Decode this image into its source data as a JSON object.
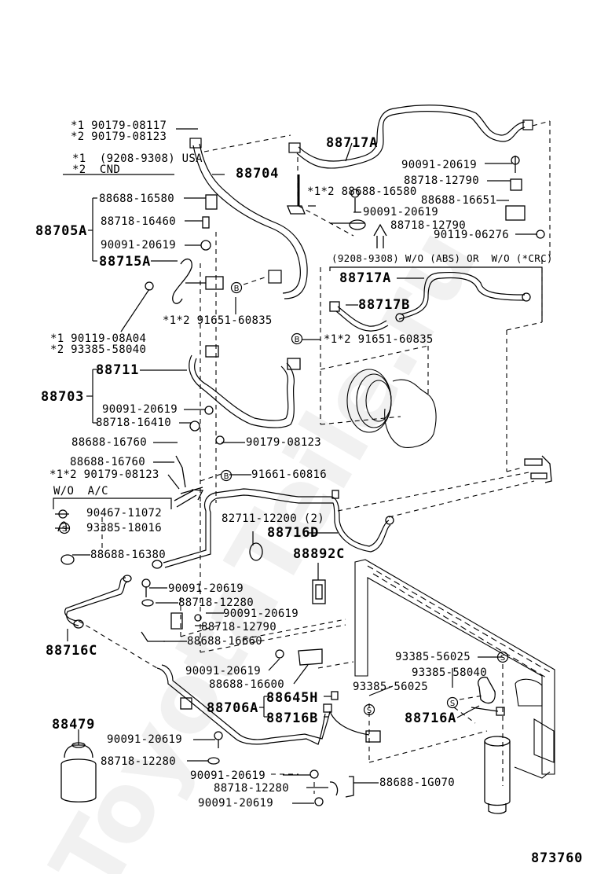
{
  "diagram": {
    "type": "parts-catalog-exploded-view",
    "subject": "Air conditioner refrigerant piping",
    "reference_number": "873760",
    "watermark": "ToyotaTeile.ru",
    "legend": {
      "note1": "*1  (9208-9308) USA",
      "note2": "*2  CND",
      "variant_note": "(9208-9308) W/O (ABS) OR  W/O (*CRC)",
      "wo_ac_note": "W/O  A/C"
    },
    "labels": {
      "l_90179_08117": "*1 90179-08117",
      "l_90179_08123_a": "*2 90179-08123",
      "l_88704": "88704",
      "l_88717A_top": "88717A",
      "l_90091_20619_r1": "90091-20619",
      "l_88718_12790_r1": "88718-12790",
      "l_88688_16651": "88688-16651",
      "l_90119_06276": "90119-06276",
      "l_88688_16580_b": "*1*2 88688-16580",
      "l_90091_20619_c": "90091-20619",
      "l_88718_12790_c": "88718-12790",
      "l_88705A": "88705A",
      "l_88688_16580": "88688-16580",
      "l_88718_16460": "88718-16460",
      "l_90091_20619_a": "90091-20619",
      "l_88715A": "88715A",
      "l_91651_60835_a": "*1*2 91651-60835",
      "l_90119_08A04": "*1 90119-08A04",
      "l_93385_58040_a": "*2 93385-58040",
      "l_88717A_box": "88717A",
      "l_88717B": "88717B",
      "l_91651_60835_b": "*1*2 91651-60835",
      "l_88703": "88703",
      "l_88711": "88711",
      "l_90091_20619_d": "90091-20619",
      "l_88718_16410": "88718-16410",
      "l_88688_16760_a": "88688-16760",
      "l_90179_08123_b": "90179-08123",
      "l_88688_16760_b": "88688-16760",
      "l_90179_08123_c": "*1*2 90179-08123",
      "l_91661_60816": "91661-60816",
      "l_90467_11072": "90467-11072",
      "l_93385_18016": "93385-18016",
      "l_88688_16380": "88688-16380",
      "l_82711_12200": "82711-12200 (2)",
      "l_88716D": "88716D",
      "l_88892C": "88892C",
      "l_90091_20619_e": "90091-20619",
      "l_88718_12280_a": "88718-12280",
      "l_90091_20619_f": "90091-20619",
      "l_88718_12790_d": "88718-12790",
      "l_88688_16660": "88688-16660",
      "l_88716C": "88716C",
      "l_90091_20619_g": "90091-20619",
      "l_88688_16600": "88688-16600",
      "l_93385_56025_a": "93385-56025",
      "l_93385_58040_b": "93385-58040",
      "l_93385_56025_b": "93385-56025",
      "l_88645H": "88645H",
      "l_88706A": "88706A",
      "l_88716B": "88716B",
      "l_88716A": "88716A",
      "l_88479": "88479",
      "l_90091_20619_h": "90091-20619",
      "l_88718_12280_b": "88718-12280",
      "l_90091_20619_i": "90091-20619",
      "l_88718_12280_c": "88718-12280",
      "l_88688_1G070": "88688-1G070",
      "l_90091_20619_j": "90091-20619"
    },
    "symbols": {
      "B": "B",
      "S": "S"
    }
  }
}
